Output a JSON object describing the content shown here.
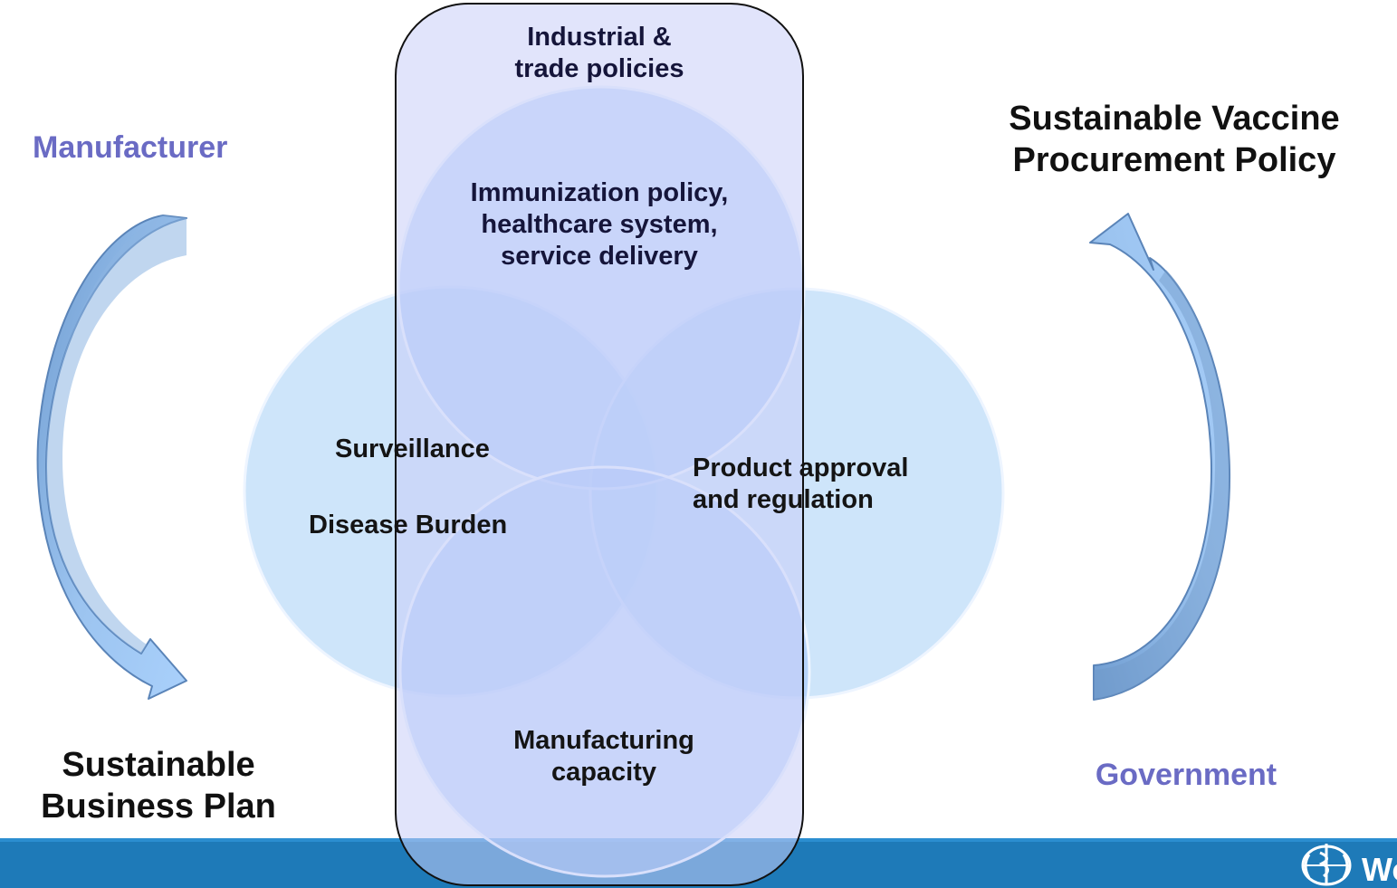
{
  "diagram": {
    "labels": {
      "manufacturer": "Manufacturer",
      "government": "Government",
      "sustainable_business_plan": "Sustainable\nBusiness Plan",
      "sustainable_procurement_policy": "Sustainable Vaccine\nProcurement Policy",
      "industrial_trade": "Industrial &\ntrade policies",
      "immunization": "Immunization policy,\nhealthcare system,\nservice delivery",
      "surveillance": "Surveillance",
      "disease_burden": "Disease Burden",
      "product_approval": "Product approval\nand regulation",
      "manufacturing_capacity": "Manufacturing\ncapacity"
    },
    "colors": {
      "purple_text": "#6a6bc4",
      "pill_fill": "#d6d9fb",
      "circle_fill": "#cfe4fa",
      "circle_overlap": "#8fb0f2",
      "arrow_fill": "#7fa6d4",
      "footer_band": "#1e7ab8"
    }
  },
  "footer": {
    "logo_text": "World"
  }
}
